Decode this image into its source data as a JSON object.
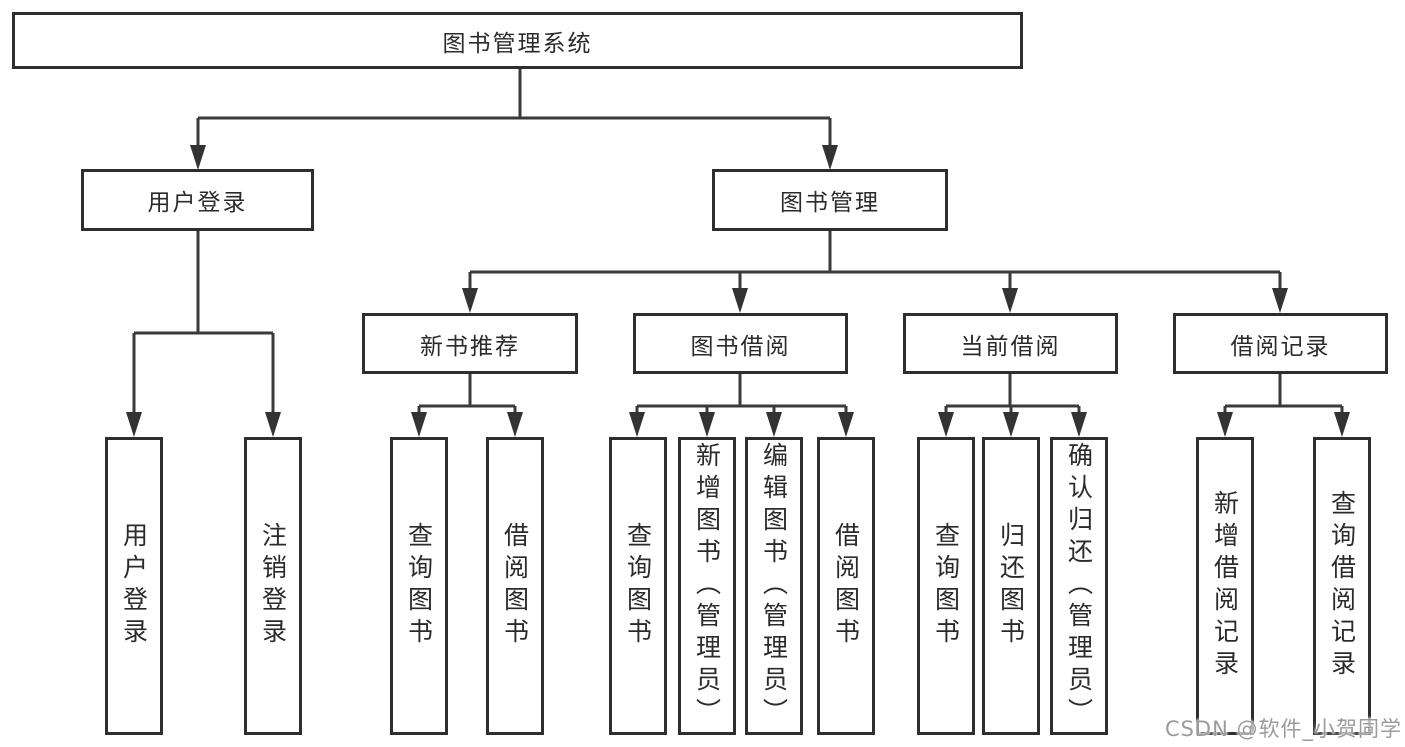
{
  "hierarchy": {
    "label": "图书管理系统",
    "children": [
      {
        "label": "用户登录",
        "children": [
          {
            "label": "用户登录"
          },
          {
            "label": "注销登录"
          }
        ]
      },
      {
        "label": "图书管理",
        "children": [
          {
            "label": "新书推荐",
            "children": [
              {
                "label": "查询图书"
              },
              {
                "label": "借阅图书"
              }
            ]
          },
          {
            "label": "图书借阅",
            "children": [
              {
                "label": "查询图书"
              },
              {
                "label": "新增图书（管理员）"
              },
              {
                "label": "编辑图书（管理员）"
              },
              {
                "label": "借阅图书"
              }
            ]
          },
          {
            "label": "当前借阅",
            "children": [
              {
                "label": "查询图书"
              },
              {
                "label": "归还图书"
              },
              {
                "label": "确认归还（管理员）"
              }
            ]
          },
          {
            "label": "借阅记录",
            "children": [
              {
                "label": "新增借阅记录"
              },
              {
                "label": "查询借阅记录"
              }
            ]
          }
        ]
      }
    ]
  },
  "watermark": "CSDN @软件_小贺同学",
  "colors": {
    "line": "#3a3a3a",
    "arrow": "#333333",
    "box_border": "#2e2e2e",
    "text": "#2b2b2b",
    "watermark": "#9b9b9b",
    "background": "#ffffff"
  }
}
